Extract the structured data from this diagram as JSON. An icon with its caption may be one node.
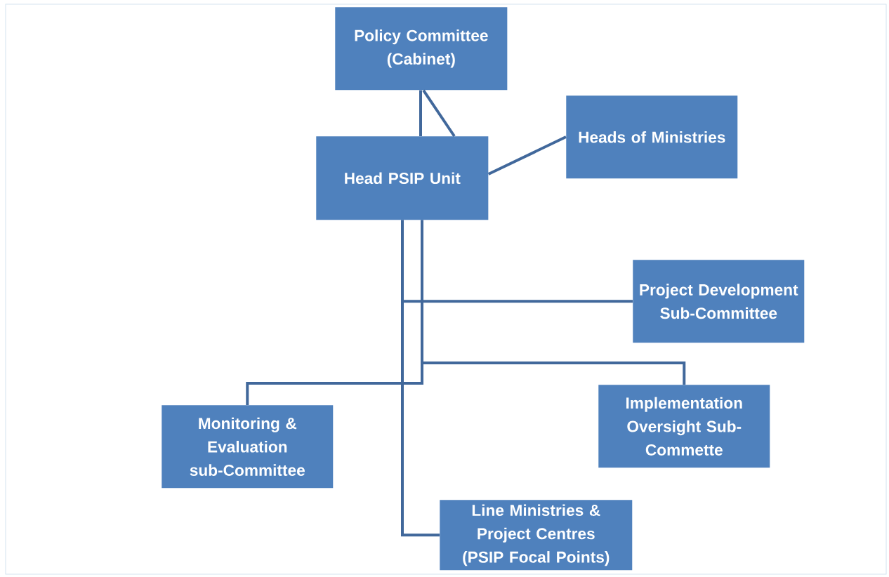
{
  "diagram": {
    "nodes": [
      {
        "text": [
          "Policy Committee (Cabinet)"
        ]
      },
      {
        "text": [
          "Head PSIP Unit"
        ]
      },
      {
        "text": [
          "Heads of Ministries"
        ]
      },
      {
        "text": [
          "Project Development Sub-Committee"
        ]
      },
      {
        "text": [
          "Monitoring & Evaluation sub-Committee"
        ]
      },
      {
        "text": [
          "Implementation Oversight Sub-Commette"
        ]
      },
      {
        "text": [
          "Line Ministries & Project Centres (PSIP Focal Points)"
        ]
      }
    ],
    "edges": [
      {
        "from": 1,
        "to": 0,
        "arrow": "none"
      },
      {
        "from": 1,
        "to": 0,
        "arrow": "none"
      },
      {
        "from": 1,
        "to": 2,
        "arrow": "none"
      },
      {
        "from": 1,
        "to": 3,
        "arrow": "none"
      },
      {
        "from": 1,
        "to": 6,
        "arrow": "none"
      },
      {
        "from": 1,
        "to": 5,
        "arrow": "none"
      },
      {
        "from": 1,
        "to": 4,
        "arrow": "none"
      }
    ]
  }
}
